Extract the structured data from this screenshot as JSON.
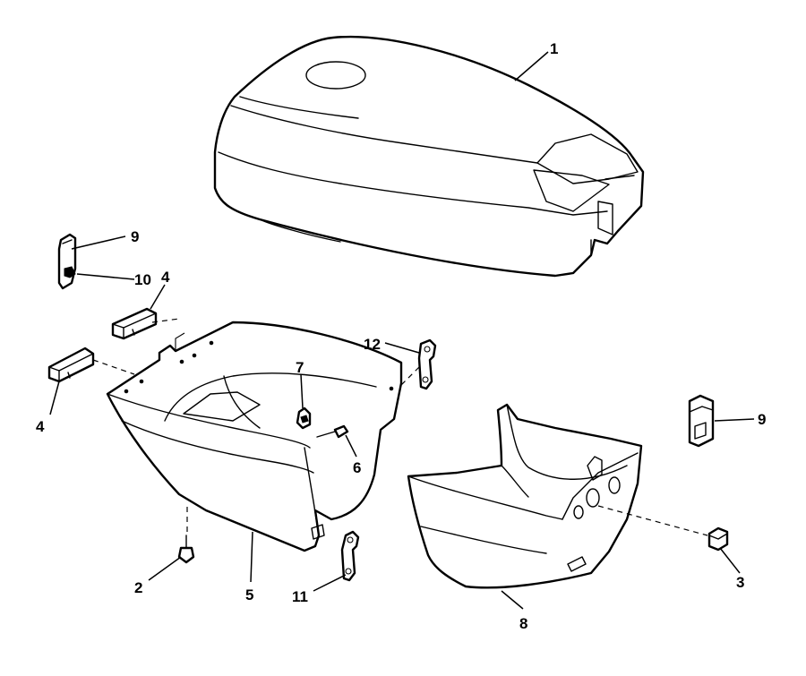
{
  "callouts": {
    "c1": "1",
    "c2": "2",
    "c3": "3",
    "c4a": "4",
    "c4b": "4",
    "c5": "5",
    "c6": "6",
    "c7": "7",
    "c8": "8",
    "c9a": "9",
    "c9b": "9",
    "c10": "10",
    "c11": "11",
    "c12": "12"
  }
}
